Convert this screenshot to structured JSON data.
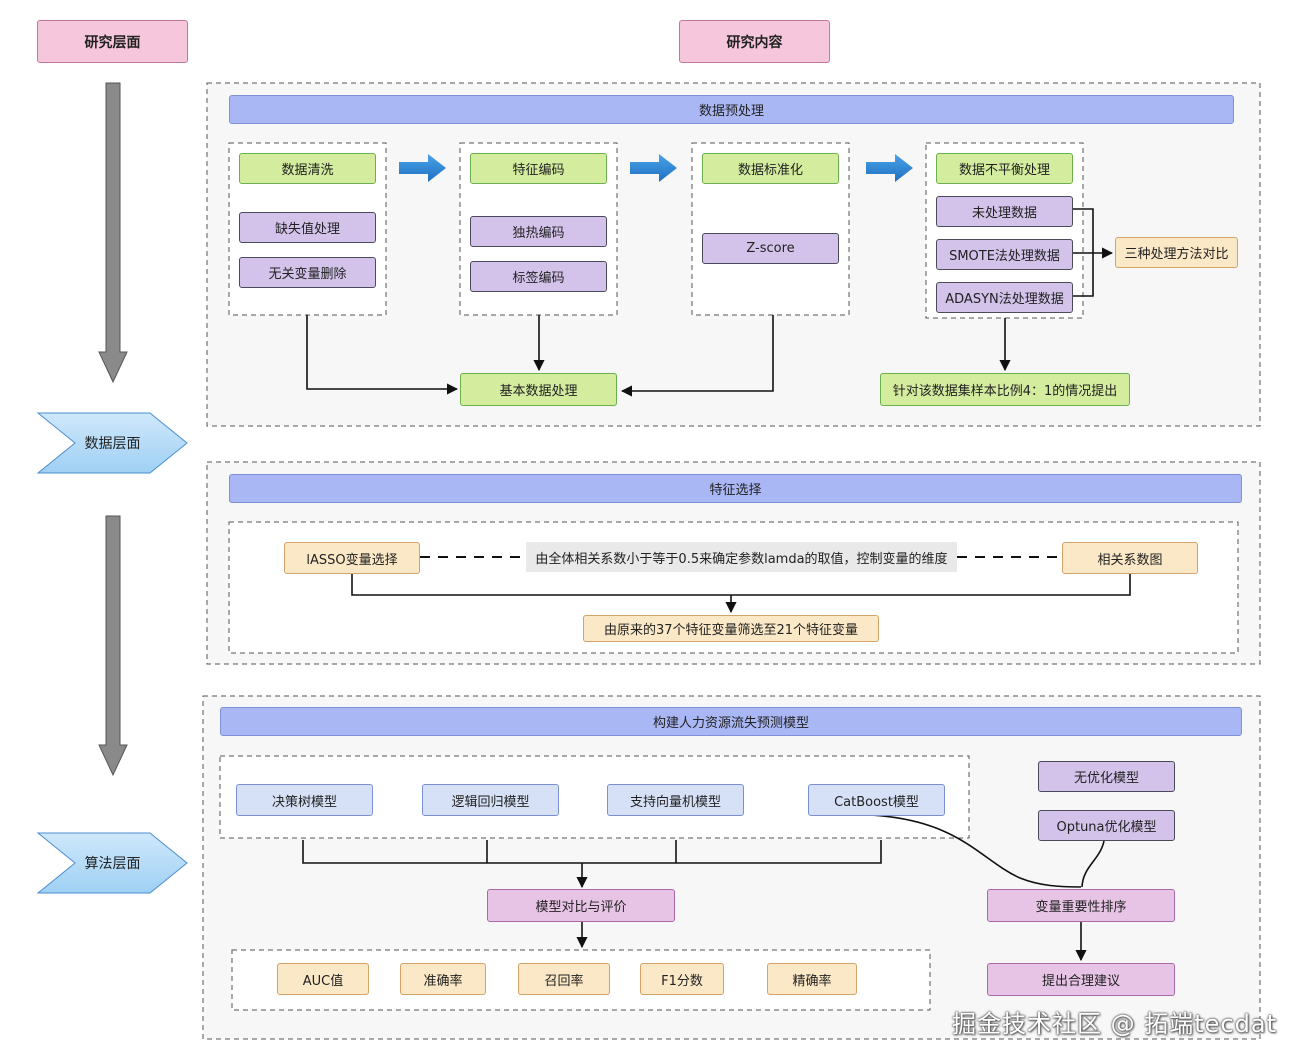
{
  "headers": {
    "research_level": "研究层面",
    "research_content": "研究内容"
  },
  "levels": {
    "data_level": "数据层面",
    "algo_level": "算法层面"
  },
  "preprocessing": {
    "title": "数据预处理",
    "cleaning": {
      "title": "数据清洗",
      "items": [
        "缺失值处理",
        "无关变量删除"
      ]
    },
    "encoding": {
      "title": "特征编码",
      "items": [
        "独热编码",
        "标签编码"
      ]
    },
    "standardize": {
      "title": "数据标准化",
      "items": [
        "Z-score"
      ]
    },
    "imbalance": {
      "title": "数据不平衡处理",
      "items": [
        "未处理数据",
        "SMOTE法处理数据",
        "ADASYN法处理数据"
      ]
    },
    "compare": "三种处理方法对比",
    "basic": "基本数据处理",
    "ratio_note": "针对该数据集样本比例4：1的情况提出"
  },
  "feature_selection": {
    "title": "特征选择",
    "lasso": "lASSO变量选择",
    "note": "由全体相关系数小于等于0.5来确定参数lamda的取值，控制变量的维度",
    "corr": "相关系数图",
    "result": "由原来的37个特征变量筛选至21个特征变量"
  },
  "modeling": {
    "title": "构建人力资源流失预测模型",
    "models": [
      "决策树模型",
      "逻辑回归模型",
      "支持向量机模型",
      "CatBoost模型"
    ],
    "no_opt": "无优化模型",
    "optuna": "Optuna优化模型",
    "compare": "模型对比与评价",
    "importance": "变量重要性排序",
    "advice": "提出合理建议",
    "metrics": [
      "AUC值",
      "准确率",
      "召回率",
      "F1分数",
      "精确率"
    ]
  },
  "watermark": "掘金技术社区 @ 拓端tecdat"
}
